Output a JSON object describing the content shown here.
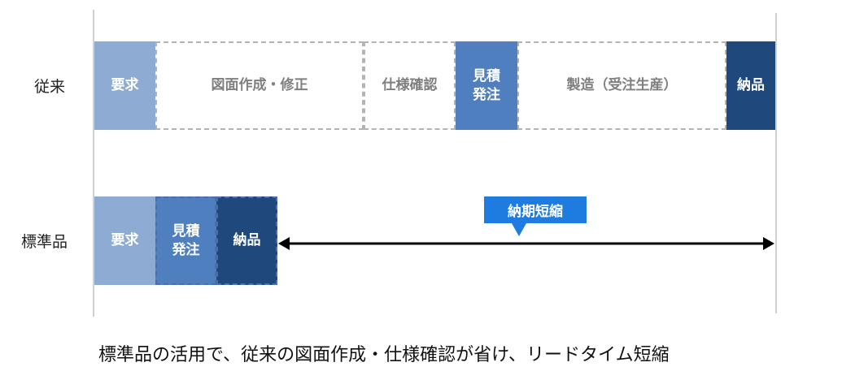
{
  "rows": {
    "conventional": {
      "label": "従来",
      "blocks": [
        "要求",
        "図面作成・修正",
        "仕様確認",
        "見積\n発注",
        "製造（受注生産）",
        "納品"
      ]
    },
    "standard": {
      "label": "標準品",
      "blocks": [
        "要求",
        "見積\n発注",
        "納品"
      ]
    }
  },
  "callout": "納期短縮",
  "caption": "標準品の活用で、従来の図面作成・仕様確認が省け、リードタイム短縮",
  "colors": {
    "light_blue": "#8eacd3",
    "mid_blue": "#4f7fbf",
    "dark_blue": "#1f497d",
    "callout_blue": "#1e7be0",
    "dashed_gray": "#b3b3b3"
  }
}
